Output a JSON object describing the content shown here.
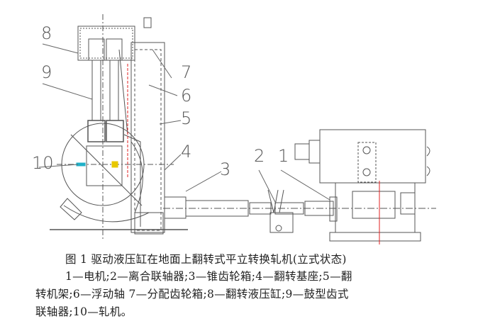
{
  "figure": {
    "part_labels": [
      "1",
      "2",
      "3",
      "4",
      "5",
      "6",
      "7",
      "8",
      "9",
      "10"
    ],
    "caption": {
      "title": "图 1  驱动液压缸在地面上翻转式平立转换轧机(立式状态)",
      "legend_lines": [
        "1—电机;2—离合联轴器;3—锥齿轮箱;4—翻转基座;5—翻",
        "转机架;6—浮动轴 7—分配齿轮箱;8—翻转液压缸;9—鼓型齿式",
        "联轴器;10—轧机。"
      ]
    },
    "colors": {
      "line": "#444444",
      "center_line": "#e02020",
      "accent_yellow": "#e8c800",
      "accent_cyan": "#20b0c8"
    }
  }
}
